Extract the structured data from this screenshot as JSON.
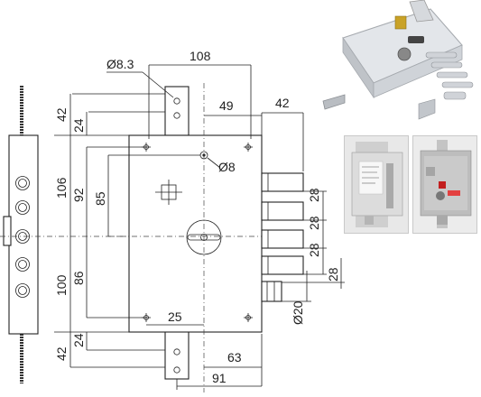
{
  "diagram": {
    "dimensions": {
      "hole_diameter": "Ø8.3",
      "top_width": "108",
      "backset": "49",
      "bolt_projection": "42",
      "top_offset_42": "42",
      "top_offset_24": "24",
      "left_106": "106",
      "left_92": "92",
      "left_85": "85",
      "pin_diameter": "Ø8",
      "bolt_pitch_1": "28",
      "bolt_pitch_2": "28",
      "bolt_pitch_3": "28",
      "bolt_pitch_4": "28",
      "left_100": "100",
      "left_86": "86",
      "bottom_25": "25",
      "latch_diameter": "Ø20",
      "bottom_42": "42",
      "bottom_24": "24",
      "bottom_63": "63",
      "bottom_91": "91"
    }
  },
  "photos": {
    "product_main": "lock-photo",
    "packaged_front": "packaged-lock-photo",
    "packaged_back": "packaged-lock-back-photo"
  }
}
